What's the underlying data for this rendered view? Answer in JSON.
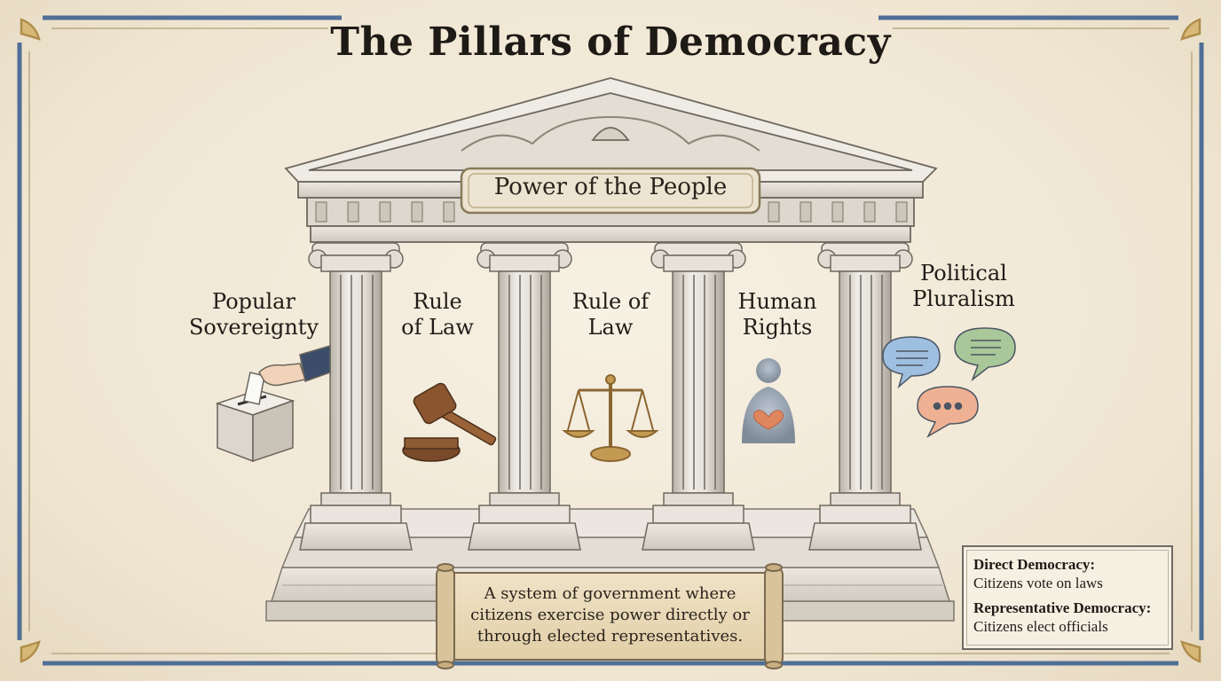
{
  "title": "The Pillars of Democracy",
  "plaque": "Power of the People",
  "pillars": [
    {
      "label_line1": "Popular",
      "label_line2": "Sovereignty",
      "icon": "ballot-box-icon"
    },
    {
      "label_line1": "Rule",
      "label_line2": "of Law",
      "icon": "gavel-icon"
    },
    {
      "label_line1": "Rule of",
      "label_line2": "Law",
      "icon": "scales-of-justice-icon"
    },
    {
      "label_line1": "Human",
      "label_line2": "Rights",
      "icon": "person-heart-icon"
    },
    {
      "label_line1": "Political",
      "label_line2": "Pluralism",
      "icon": "speech-bubbles-icon"
    }
  ],
  "scroll": {
    "line1": "A system of government where",
    "line2": "citizens exercise power directly or",
    "line3": "through elected representatives."
  },
  "legend": {
    "items": [
      {
        "term": "Direct Democracy:",
        "description": "Citizens vote on laws"
      },
      {
        "term": "Representative Democracy:",
        "description": "Citizens elect officials"
      }
    ]
  },
  "colors": {
    "frame_blue": "#4f6f96",
    "marble": "#e4e0d8",
    "parchment": "#efe6d4",
    "bubble_blue": "#9fbfe0",
    "bubble_green": "#a9c89a",
    "bubble_orange": "#efb193",
    "gavel_brown": "#7a4a2a",
    "scales_gold": "#b98c46"
  }
}
